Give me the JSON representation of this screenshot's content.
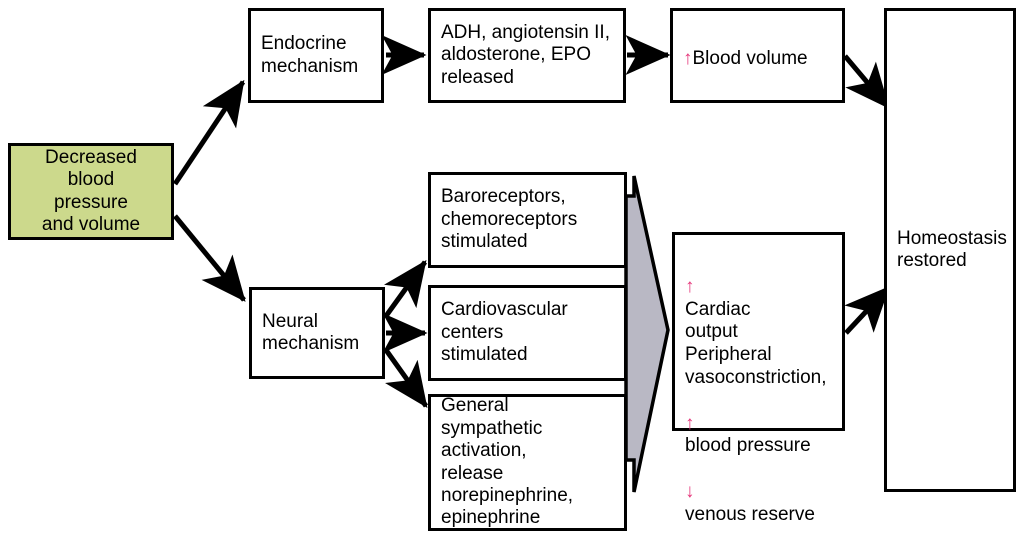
{
  "diagram": {
    "title": "Decreased blood pressure and volume homeostatic response",
    "colors": {
      "highlight_box_fill": "#ccd98c",
      "funnel_fill": "#b9b8c4",
      "arrow_glyph": "#e5367a",
      "stroke": "#000000",
      "box_fill": "#ffffff"
    },
    "nodes": {
      "stimulus": {
        "label": "Decreased\nblood\npressure\nand volume"
      },
      "endocrine_mechanism": {
        "label": "Endocrine\nmechanism"
      },
      "hormones_released": {
        "label": "ADH, angiotensin II,\naldosterone, EPO\nreleased"
      },
      "blood_volume": {
        "arrow": "↑",
        "label": "Blood volume"
      },
      "neural_mechanism": {
        "label": "Neural\nmechanism"
      },
      "baroreceptors": {
        "label": "Baroreceptors,\nchemoreceptors\nstimulated"
      },
      "cardiovascular_centers": {
        "label": "Cardiovascular\ncenters\nstimulated"
      },
      "sympathetic_activation": {
        "label": "General sympathetic\nactivation,\nrelease\nnorepinephrine,\nepinephrine"
      },
      "cardiac_effects": {
        "line1_arrow": "↑",
        "line1": "Cardiac",
        "line2": "output",
        "line3": "Peripheral",
        "line4": "vasoconstriction,",
        "line5_arrow": "↑",
        "line5": "blood pressure",
        "line6_arrow": "↓",
        "line6": "venous reserve"
      },
      "homeostasis": {
        "label": "Homeostasis\nrestored"
      }
    }
  }
}
